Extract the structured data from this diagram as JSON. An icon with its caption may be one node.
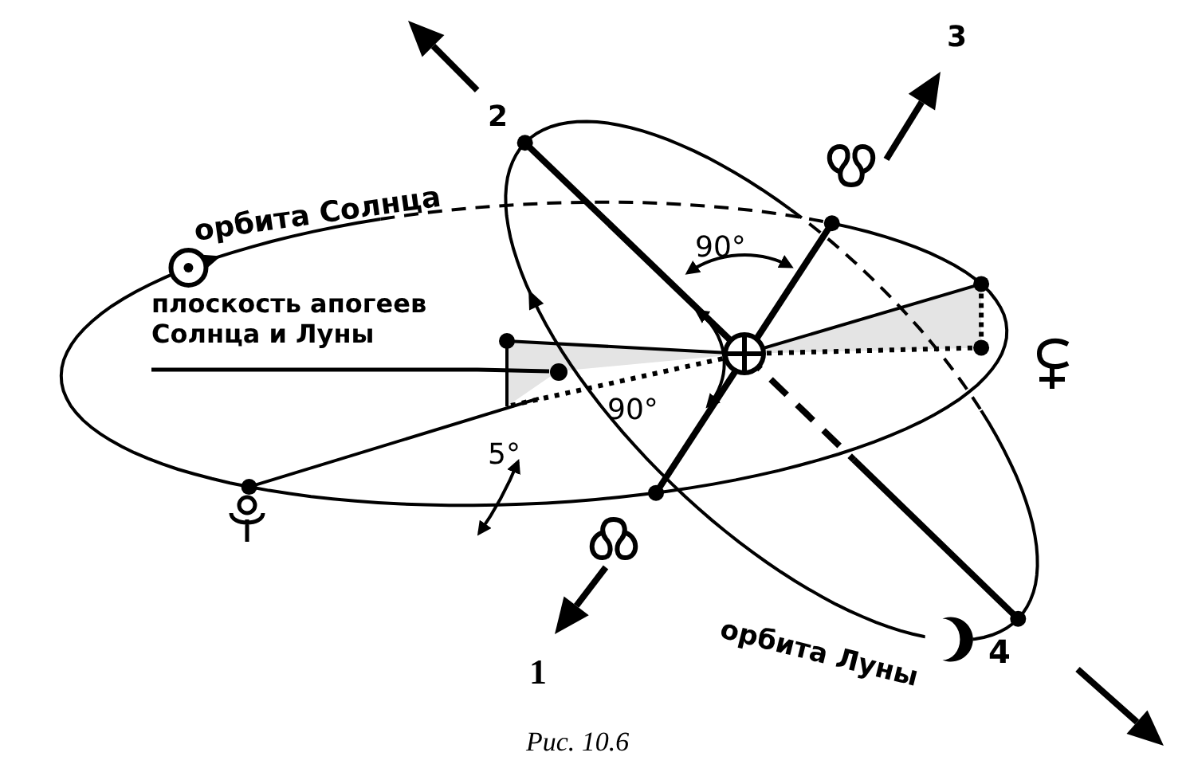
{
  "diagram": {
    "nodes": [
      {
        "text": [
          "плоскость апогеев Солнца и Луны"
        ]
      },
      {
        "text": [],
        "shape": "circle"
      }
    ],
    "edges": [
      {
        "from": 0,
        "to": 1,
        "arrow": "none"
      }
    ],
    "labels": [
      "3",
      "2",
      "орбита Солнца",
      "90°",
      "90°",
      "5°",
      "орбита Луны",
      "4",
      "1"
    ],
    "caption": "Рис. 10.6"
  }
}
